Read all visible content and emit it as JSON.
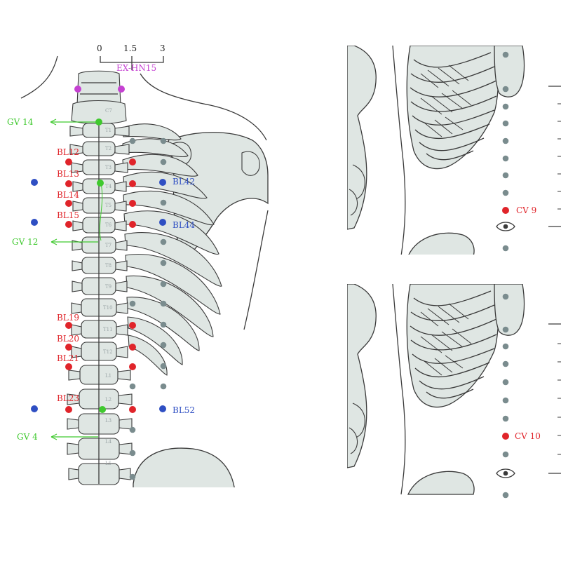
{
  "scale": {
    "ticks": [
      "0",
      "1.5",
      "3"
    ]
  },
  "back": {
    "vertebra_labels": [
      "C7",
      "T1",
      "T2",
      "T3",
      "T4",
      "T5",
      "T6",
      "T7",
      "T8",
      "T9",
      "T10",
      "T11",
      "T12",
      "L1",
      "L2",
      "L3",
      "L4",
      "L5"
    ],
    "labels": {
      "ex_hn15": "EX-HN15",
      "gv14": "GV 14",
      "gv12": "GV 12",
      "gv4": "GV 4",
      "bl12": "BL12",
      "bl13": "BL13",
      "bl14": "BL14",
      "bl15": "BL15",
      "bl19": "BL19",
      "bl20": "BL20",
      "bl21": "BL21",
      "bl23": "BL23",
      "bl42": "BL42",
      "bl44": "BL44",
      "bl52": "BL52"
    },
    "colors": {
      "bladder_inner": "#e0242a",
      "bladder_outer": "#2f4fc3",
      "governor": "#3fc92e",
      "extra": "#c541d2",
      "reference": "#7a8c8e"
    }
  },
  "front": {
    "panel_top": {
      "label": "CV 9",
      "color": "#e0242a"
    },
    "panel_bottom": {
      "label": "CV 10",
      "color": "#e0242a"
    },
    "navel_icon": "eye-icon"
  }
}
